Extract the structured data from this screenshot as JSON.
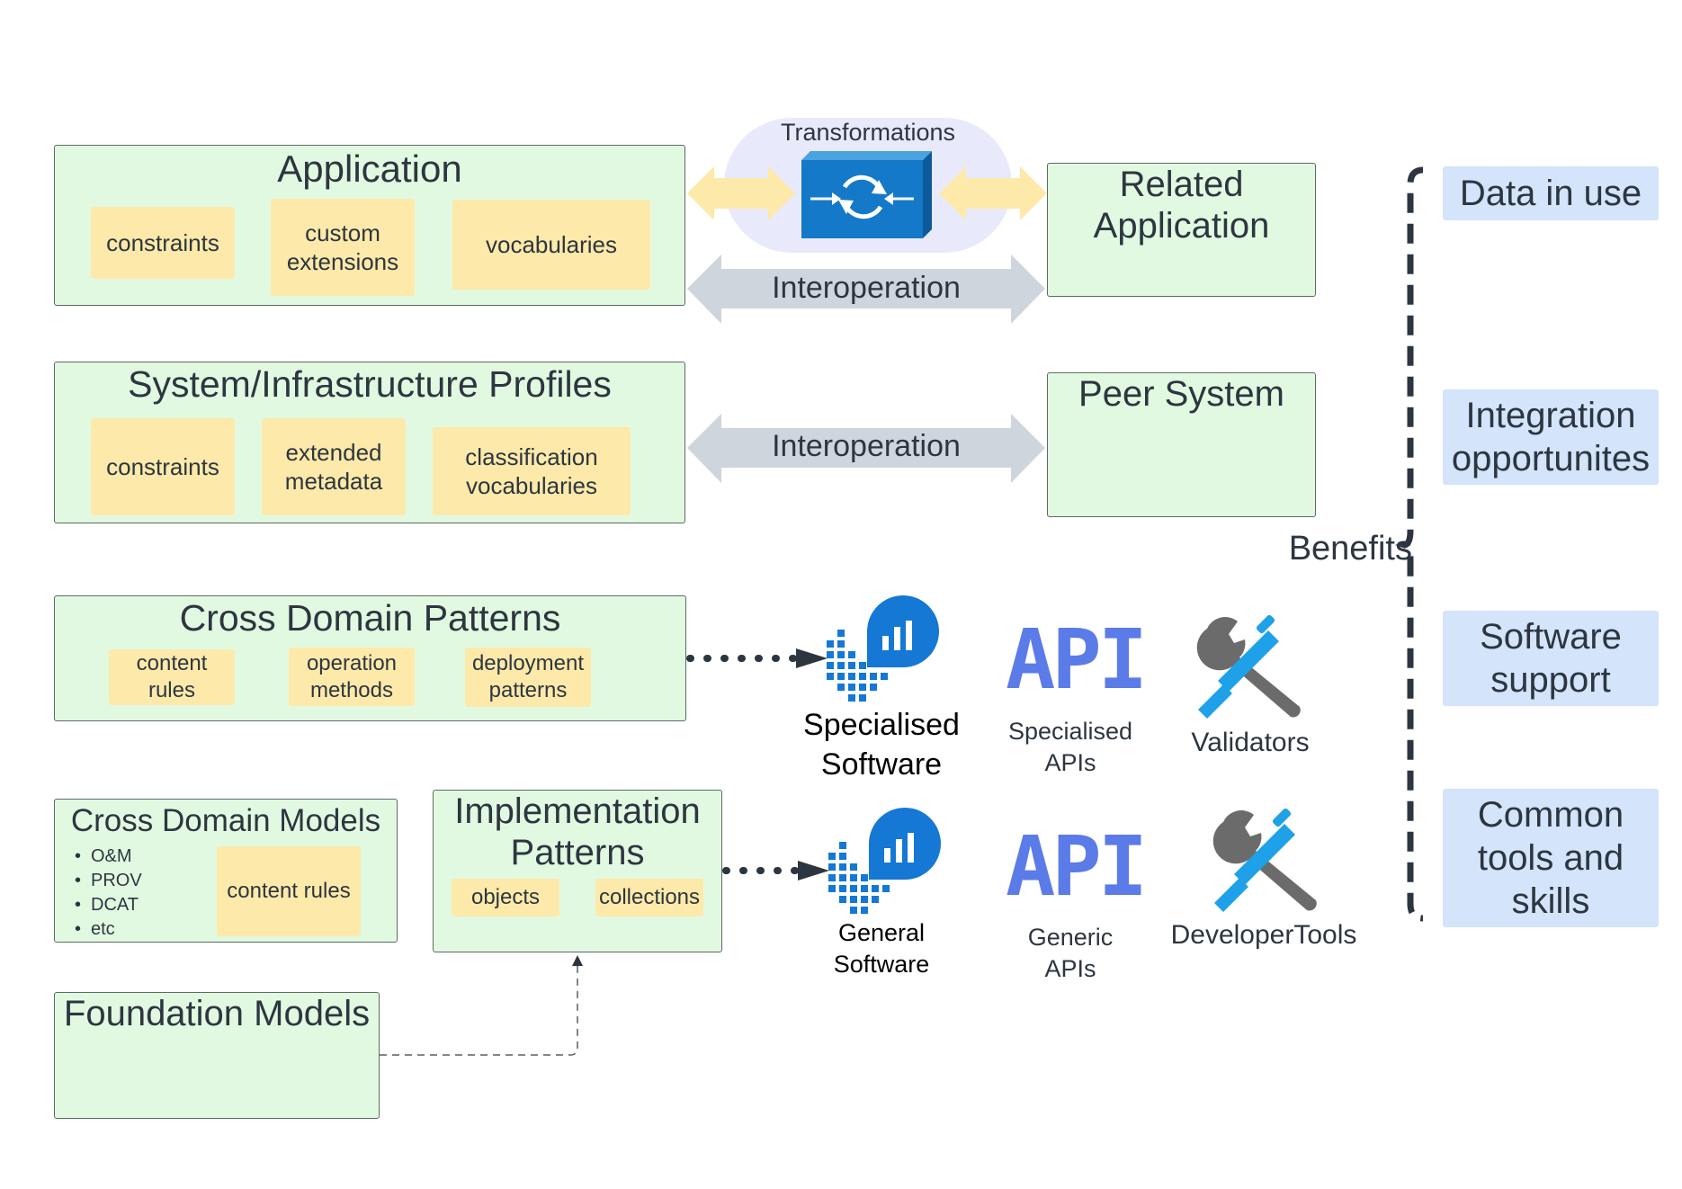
{
  "application": {
    "title": "Application",
    "items": [
      "constraints",
      "custom\nextensions",
      "vocabularies"
    ]
  },
  "transformations": {
    "label": "Transformations"
  },
  "interop1": {
    "label": "Interoperation"
  },
  "related_application": {
    "title": "Related\nApplication"
  },
  "system_profiles": {
    "title": "System/Infrastructure Profiles",
    "items": [
      "constraints",
      "extended\nmetadata",
      "classification\nvocabularies"
    ]
  },
  "interop2": {
    "label": "Interoperation"
  },
  "peer_system": {
    "title": "Peer System"
  },
  "benefits": {
    "label": "Benefits"
  },
  "benefit_items": [
    "Data in use",
    "Integration\nopportunites",
    "Software\nsupport",
    "Common\ntools and\nskills"
  ],
  "cross_domain_patterns": {
    "title": "Cross Domain Patterns",
    "items": [
      "content\nrules",
      "operation\nmethods",
      "deployment\npatterns"
    ]
  },
  "cross_domain_models": {
    "title": "Cross Domain Models",
    "bullets": [
      "O&M",
      "PROV",
      "DCAT",
      "etc"
    ],
    "item": "content rules"
  },
  "implementation_patterns": {
    "title": "Implementation\nPatterns",
    "items": [
      "objects",
      "collections"
    ]
  },
  "foundation_models": {
    "title": "Foundation Models"
  },
  "tools_row1": {
    "software": "Specialised\nSoftware",
    "api_text": "API",
    "api_label": "Specialised\nAPIs",
    "tool_label": "Validators"
  },
  "tools_row2": {
    "software": "General\nSoftware",
    "api_text": "API",
    "api_label": "Generic\nAPIs",
    "tool_label": "DeveloperTools"
  },
  "colors": {
    "green_box": "#e2f9e1",
    "yellow_box": "#fde9a9",
    "blue_box": "#d3e4fb",
    "gray_arrow": "#cfd5dc",
    "yellow_arrow": "#fde9a9",
    "api_blue": "#5b7be8",
    "tool_blue": "#1ea1e8",
    "tool_gray": "#6b6b6b",
    "icon_blue": "#1478d4"
  },
  "icons": [
    "transform-icon",
    "software-icon",
    "api-icon",
    "tools-icon"
  ]
}
